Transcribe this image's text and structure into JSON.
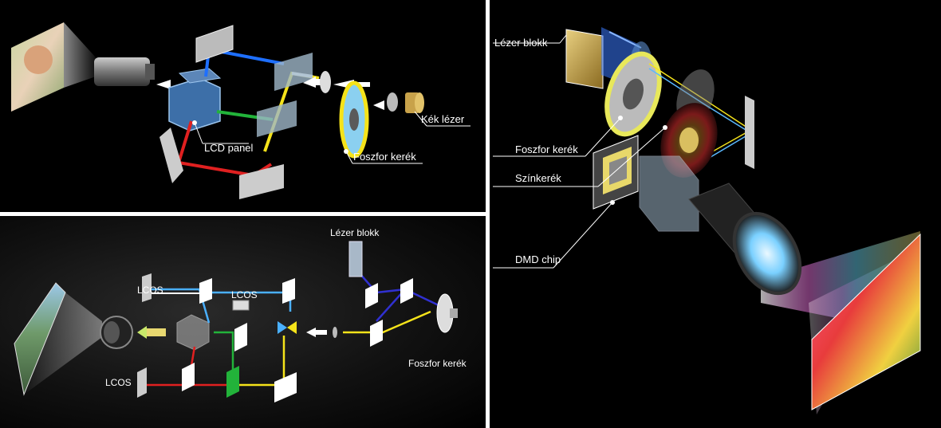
{
  "lcd": {
    "label_lcd_panel": "LCD panel",
    "label_laser": "Kék lézer",
    "label_phosphor": "Foszfor kerék"
  },
  "lcos": {
    "label_laser_block": "Lézer blokk",
    "label_lcos_top": "LCOS",
    "label_lcos_mid": "LCOS",
    "label_lcos_bottom": "LCOS",
    "label_phosphor": "Foszfor kerék"
  },
  "dlp": {
    "label_laser_block": "Lézer blokk",
    "label_phosphor": "Foszfor kerék",
    "label_color_wheel": "Színkerék",
    "label_dmd": "DMD chip"
  },
  "colors": {
    "blue": "#1e6fff",
    "green": "#22b33a",
    "red": "#e02020",
    "yellow": "#f5e31a",
    "white": "#ffffff"
  }
}
